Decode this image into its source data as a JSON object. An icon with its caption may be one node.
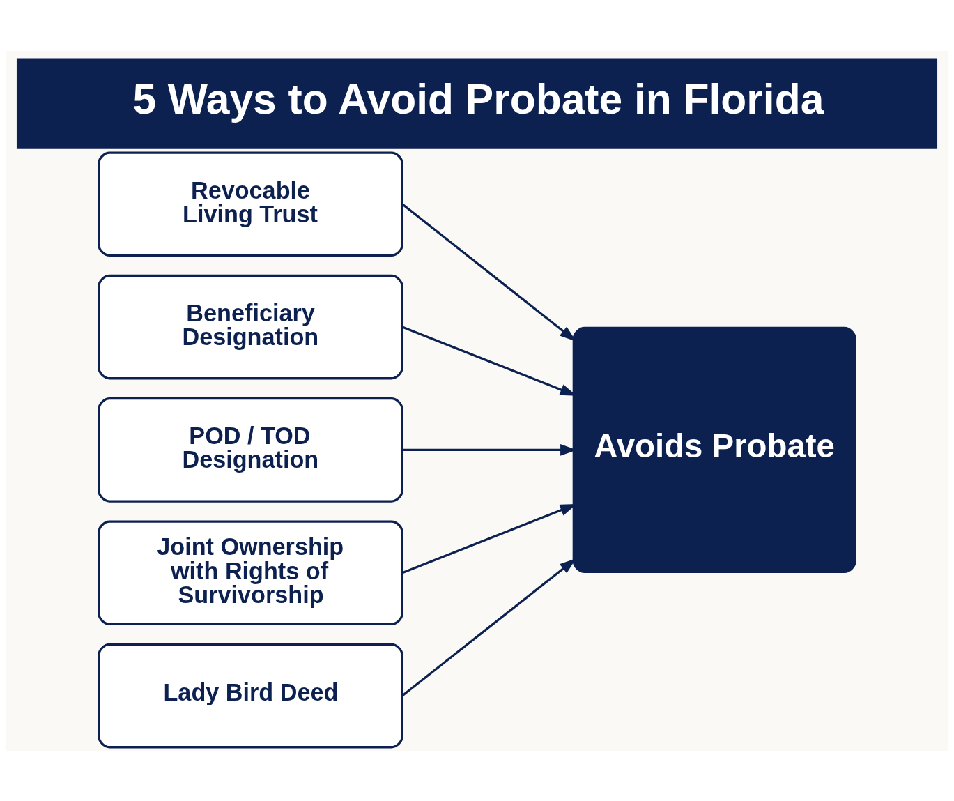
{
  "diagram": {
    "title": "5 Ways to Avoid Probate in Florida",
    "nodes": [
      {
        "text": [
          "Revocable Living Trust"
        ]
      },
      {
        "text": [
          "Beneficiary Designation"
        ]
      },
      {
        "text": [
          "POD / TOD Designation"
        ]
      },
      {
        "text": [
          "Joint Ownership with Rights of Survivorship"
        ]
      },
      {
        "text": [
          "Lady Bird Deed"
        ]
      },
      {
        "text": [
          "Avoids Probate"
        ]
      }
    ],
    "edges": [
      {
        "from": 0,
        "to": 5,
        "arrow": "to"
      },
      {
        "from": 1,
        "to": 5,
        "arrow": "to"
      },
      {
        "from": 2,
        "to": 5,
        "arrow": "to"
      },
      {
        "from": 3,
        "to": 5,
        "arrow": "to"
      },
      {
        "from": 4,
        "to": 5,
        "arrow": "to"
      }
    ]
  }
}
